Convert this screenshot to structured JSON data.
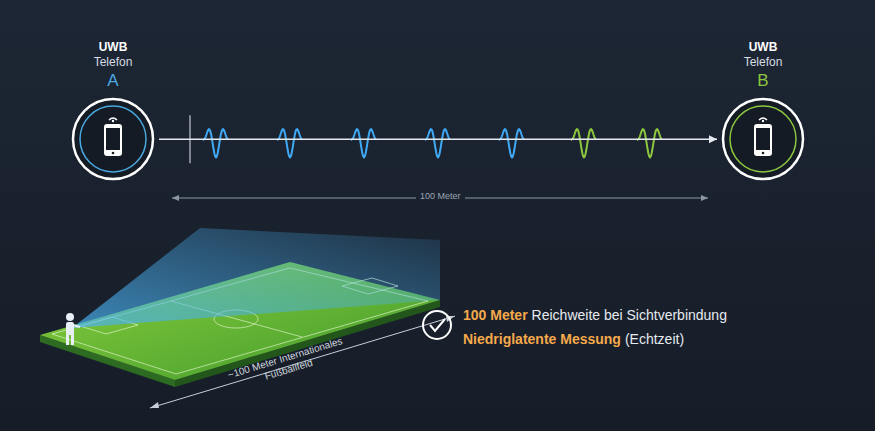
{
  "diagram": {
    "nodes": [
      {
        "text": [
          "UWB",
          "Telefon",
          "A"
        ]
      },
      {
        "text": [
          "UWB",
          "Telefon",
          "B"
        ]
      }
    ],
    "edges": [
      {
        "from": 0,
        "to": 1,
        "arrow": "to"
      }
    ],
    "labels": [
      "100 Meter",
      "~100 Meter Internationales Fußballfeld",
      "100 Meter",
      "Reichweite bei Sichtverbindung",
      "Niedriglatente Messung",
      "(Echtzeit)"
    ]
  }
}
